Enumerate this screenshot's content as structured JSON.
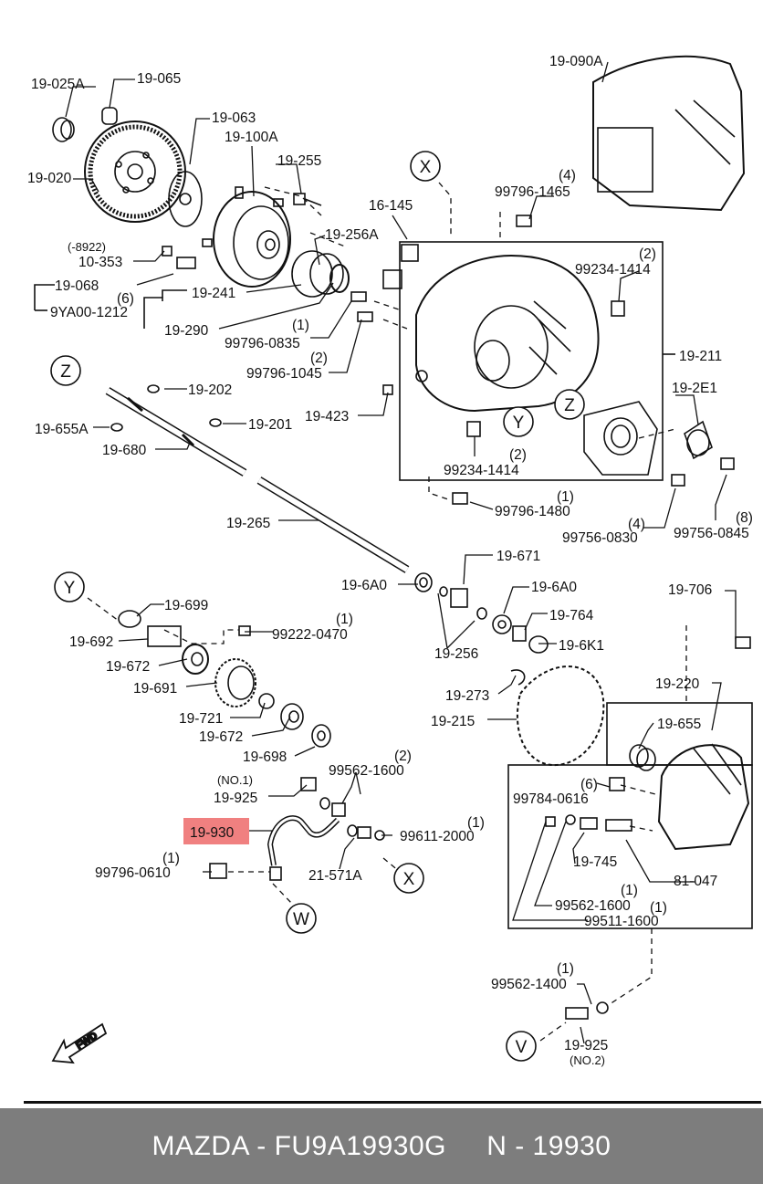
{
  "title": {
    "brand": "MAZDA",
    "part_number": "FU9A19930G",
    "ref": "N - 19930"
  },
  "highlight": {
    "label": "19-930",
    "color": "#f08080"
  },
  "callouts": [
    {
      "id": "c01",
      "text": "19-025A"
    },
    {
      "id": "c02",
      "text": "19-065"
    },
    {
      "id": "c03",
      "text": "19-063"
    },
    {
      "id": "c04",
      "text": "19-100A"
    },
    {
      "id": "c05",
      "text": "19-020"
    },
    {
      "id": "c06",
      "text": "19-255"
    },
    {
      "id": "c07",
      "text": "16-145"
    },
    {
      "id": "c08",
      "text": "19-256A"
    },
    {
      "id": "c09",
      "text": "(-8922)"
    },
    {
      "id": "c10",
      "text": "10-353"
    },
    {
      "id": "c11",
      "text": "19-068"
    },
    {
      "id": "c12",
      "text": "(6)"
    },
    {
      "id": "c13",
      "text": "9YA00-1212"
    },
    {
      "id": "c14",
      "text": "19-241"
    },
    {
      "id": "c15",
      "text": "19-290"
    },
    {
      "id": "c16",
      "text": "(1)"
    },
    {
      "id": "c17",
      "text": "99796-0835"
    },
    {
      "id": "c18",
      "text": "(2)"
    },
    {
      "id": "c19",
      "text": "99796-1045"
    },
    {
      "id": "c20",
      "text": "19-090A"
    },
    {
      "id": "c21",
      "text": "(4)"
    },
    {
      "id": "c22",
      "text": "99796-1465"
    },
    {
      "id": "c23",
      "text": "(2)"
    },
    {
      "id": "c24",
      "text": "99234-1414"
    },
    {
      "id": "c25",
      "text": "19-211"
    },
    {
      "id": "c26",
      "text": "19-202"
    },
    {
      "id": "c27",
      "text": "19-655A"
    },
    {
      "id": "c28",
      "text": "19-201"
    },
    {
      "id": "c29",
      "text": "19-680"
    },
    {
      "id": "c30",
      "text": "19-423"
    },
    {
      "id": "c31",
      "text": "19-2E1"
    },
    {
      "id": "c32",
      "text": "(2)"
    },
    {
      "id": "c33",
      "text": "99234-1414"
    },
    {
      "id": "c34",
      "text": "(1)"
    },
    {
      "id": "c35",
      "text": "99796-1480"
    },
    {
      "id": "c36",
      "text": "(4)"
    },
    {
      "id": "c37",
      "text": "99756-0830"
    },
    {
      "id": "c38",
      "text": "(8)"
    },
    {
      "id": "c39",
      "text": "99756-0845"
    },
    {
      "id": "c40",
      "text": "19-265"
    },
    {
      "id": "c41",
      "text": "19-671"
    },
    {
      "id": "c42",
      "text": "19-6A0"
    },
    {
      "id": "c43",
      "text": "19-6A0"
    },
    {
      "id": "c44",
      "text": "19-706"
    },
    {
      "id": "c45",
      "text": "19-699"
    },
    {
      "id": "c46",
      "text": "(1)"
    },
    {
      "id": "c47",
      "text": "99222-0470"
    },
    {
      "id": "c48",
      "text": "19-764"
    },
    {
      "id": "c49",
      "text": "19-692"
    },
    {
      "id": "c50",
      "text": "19-256"
    },
    {
      "id": "c51",
      "text": "19-6K1"
    },
    {
      "id": "c52",
      "text": "19-672"
    },
    {
      "id": "c53",
      "text": "19-691"
    },
    {
      "id": "c54",
      "text": "19-273"
    },
    {
      "id": "c55",
      "text": "19-220"
    },
    {
      "id": "c56",
      "text": "19-721"
    },
    {
      "id": "c57",
      "text": "19-215"
    },
    {
      "id": "c58",
      "text": "19-655"
    },
    {
      "id": "c59",
      "text": "19-672"
    },
    {
      "id": "c60",
      "text": "19-698"
    },
    {
      "id": "c61",
      "text": "(2)"
    },
    {
      "id": "c62",
      "text": "99562-1600"
    },
    {
      "id": "c63",
      "text": "(NO.1)"
    },
    {
      "id": "c64",
      "text": "19-925"
    },
    {
      "id": "c65",
      "text": "(6)"
    },
    {
      "id": "c66",
      "text": "99784-0616"
    },
    {
      "id": "c67",
      "text": "(1)"
    },
    {
      "id": "c68",
      "text": "99611-2000"
    },
    {
      "id": "c69",
      "text": "19-745"
    },
    {
      "id": "c70",
      "text": "(1)"
    },
    {
      "id": "c71",
      "text": "99796-0610"
    },
    {
      "id": "c72",
      "text": "21-571A"
    },
    {
      "id": "c73",
      "text": "81-047"
    },
    {
      "id": "c74",
      "text": "(1)"
    },
    {
      "id": "c75",
      "text": "99562-1600"
    },
    {
      "id": "c76",
      "text": "(1)"
    },
    {
      "id": "c77",
      "text": "99511-1600"
    },
    {
      "id": "c78",
      "text": "(1)"
    },
    {
      "id": "c79",
      "text": "99562-1400"
    },
    {
      "id": "c80",
      "text": "19-925"
    },
    {
      "id": "c81",
      "text": "(NO.2)"
    }
  ],
  "ref_circles": [
    {
      "id": "r1",
      "text": "X"
    },
    {
      "id": "r2",
      "text": "Z"
    },
    {
      "id": "r3",
      "text": "Y"
    },
    {
      "id": "r4",
      "text": "Z"
    },
    {
      "id": "r5",
      "text": "Y"
    },
    {
      "id": "r6",
      "text": "X"
    },
    {
      "id": "r7",
      "text": "W"
    },
    {
      "id": "r8",
      "text": "V"
    }
  ],
  "fwd_label": "FWD"
}
